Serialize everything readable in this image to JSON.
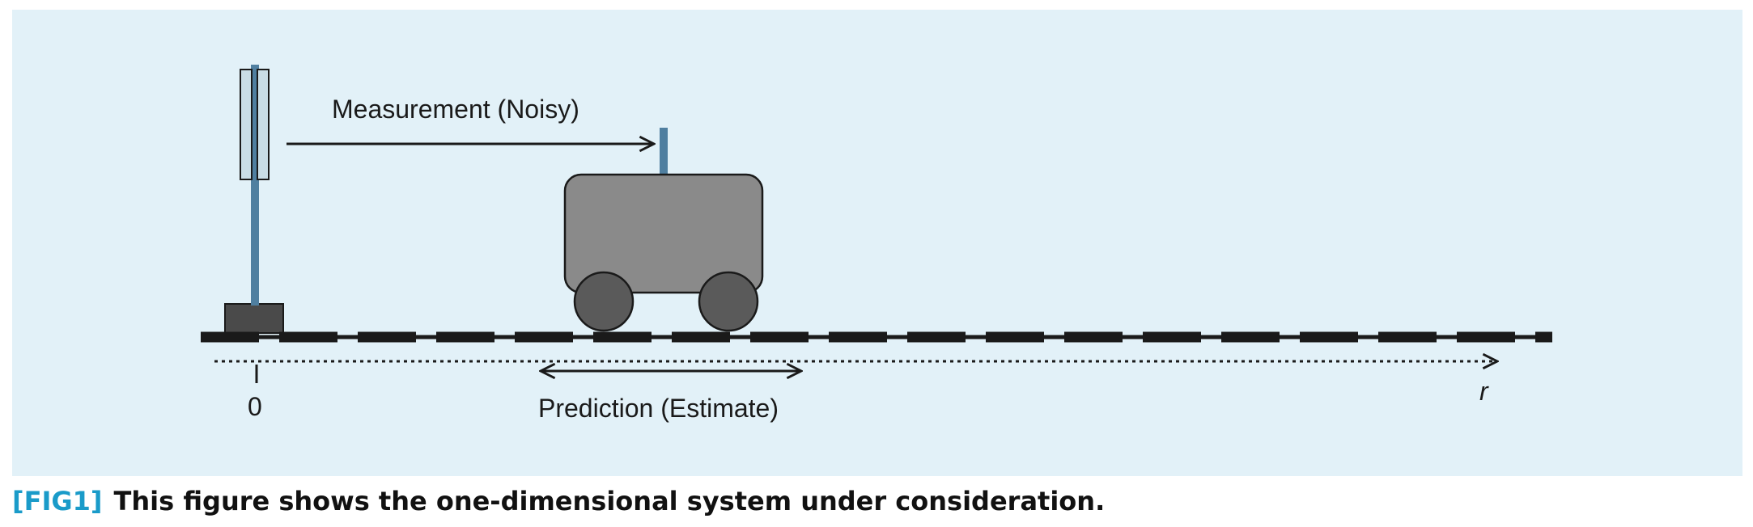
{
  "diagram": {
    "measurement_label": "Measurement (Noisy)",
    "prediction_label": "Prediction (Estimate)",
    "origin_label": "0",
    "axis_label": "r"
  },
  "caption": {
    "tag": "[FIG1]",
    "text": "This figure shows the one-dimensional system under consideration."
  },
  "colors": {
    "background": "#e2f1f8",
    "track": "#1a1a1a",
    "cart_body": "#8a8a8a",
    "wheels": "#5a5a5a",
    "pole": "#4f7fa0",
    "sensor": "#c9dde6",
    "base": "#4a4a4a",
    "caption_tag": "#1a9bc9"
  }
}
